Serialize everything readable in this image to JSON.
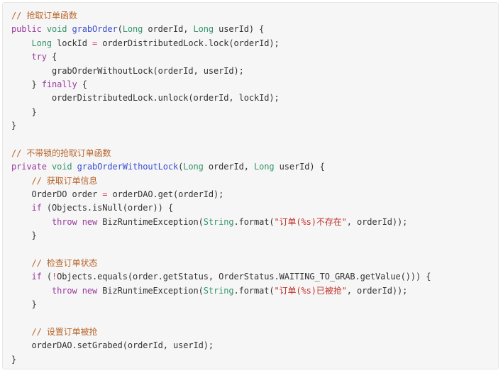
{
  "code_block": {
    "language": "java",
    "colors": {
      "background": "#f6f6f6",
      "comment": "#b8662b",
      "keyword": "#9a3b9c",
      "type": "#34946a",
      "function": "#3b4fd1",
      "string": "#c0322b",
      "operator": "#d9455f",
      "plain": "#333333"
    },
    "lines": [
      [
        [
          "cm",
          "// 抢取订单函数"
        ]
      ],
      [
        [
          "kw",
          "public"
        ],
        [
          "pl",
          " "
        ],
        [
          "ty",
          "void"
        ],
        [
          "pl",
          " "
        ],
        [
          "fn",
          "grabOrder"
        ],
        [
          "pl",
          "("
        ],
        [
          "ty",
          "Long"
        ],
        [
          "pl",
          " orderId, "
        ],
        [
          "ty",
          "Long"
        ],
        [
          "pl",
          " userId) {"
        ]
      ],
      [
        [
          "pl",
          "    "
        ],
        [
          "ty",
          "Long"
        ],
        [
          "pl",
          " lockId "
        ],
        [
          "op",
          "="
        ],
        [
          "pl",
          " orderDistributedLock.lock(orderId);"
        ]
      ],
      [
        [
          "pl",
          "    "
        ],
        [
          "kw",
          "try"
        ],
        [
          "pl",
          " {"
        ]
      ],
      [
        [
          "pl",
          "        grabOrderWithoutLock(orderId, userId);"
        ]
      ],
      [
        [
          "pl",
          "    } "
        ],
        [
          "kw",
          "finally"
        ],
        [
          "pl",
          " {"
        ]
      ],
      [
        [
          "pl",
          "        orderDistributedLock.unlock(orderId, lockId);"
        ]
      ],
      [
        [
          "pl",
          "    }"
        ]
      ],
      [
        [
          "pl",
          "}"
        ]
      ],
      [
        [
          "pl",
          ""
        ]
      ],
      [
        [
          "cm",
          "// 不带锁的抢取订单函数"
        ]
      ],
      [
        [
          "kw",
          "private"
        ],
        [
          "pl",
          " "
        ],
        [
          "ty",
          "void"
        ],
        [
          "pl",
          " "
        ],
        [
          "fn",
          "grabOrderWithoutLock"
        ],
        [
          "pl",
          "("
        ],
        [
          "ty",
          "Long"
        ],
        [
          "pl",
          " orderId, "
        ],
        [
          "ty",
          "Long"
        ],
        [
          "pl",
          " userId) {"
        ]
      ],
      [
        [
          "pl",
          "    "
        ],
        [
          "cm",
          "// 获取订单信息"
        ]
      ],
      [
        [
          "pl",
          "    OrderDO order "
        ],
        [
          "op",
          "="
        ],
        [
          "pl",
          " orderDAO.get(orderId);"
        ]
      ],
      [
        [
          "pl",
          "    "
        ],
        [
          "kw",
          "if"
        ],
        [
          "pl",
          " (Objects.isNull(order)) {"
        ]
      ],
      [
        [
          "pl",
          "        "
        ],
        [
          "kw",
          "throw"
        ],
        [
          "pl",
          " "
        ],
        [
          "kw",
          "new"
        ],
        [
          "pl",
          " BizRuntimeException("
        ],
        [
          "ty",
          "String"
        ],
        [
          "pl",
          ".format("
        ],
        [
          "st",
          "\"订单(%s)不存在\""
        ],
        [
          "pl",
          ", orderId));"
        ]
      ],
      [
        [
          "pl",
          "    }"
        ]
      ],
      [
        [
          "pl",
          ""
        ]
      ],
      [
        [
          "pl",
          "    "
        ],
        [
          "cm",
          "// 检查订单状态"
        ]
      ],
      [
        [
          "pl",
          "    "
        ],
        [
          "kw",
          "if"
        ],
        [
          "pl",
          " ("
        ],
        [
          "op",
          "!"
        ],
        [
          "pl",
          "Objects.equals(order.getStatus, OrderStatus.WAITING_TO_GRAB.getValue())) {"
        ]
      ],
      [
        [
          "pl",
          "        "
        ],
        [
          "kw",
          "throw"
        ],
        [
          "pl",
          " "
        ],
        [
          "kw",
          "new"
        ],
        [
          "pl",
          " BizRuntimeException("
        ],
        [
          "ty",
          "String"
        ],
        [
          "pl",
          ".format("
        ],
        [
          "st",
          "\"订单(%s)已被抢\""
        ],
        [
          "pl",
          ", orderId));"
        ]
      ],
      [
        [
          "pl",
          "    }"
        ]
      ],
      [
        [
          "pl",
          ""
        ]
      ],
      [
        [
          "pl",
          "    "
        ],
        [
          "cm",
          "// 设置订单被抢"
        ]
      ],
      [
        [
          "pl",
          "    orderDAO.setGrabed(orderId, userId);"
        ]
      ],
      [
        [
          "pl",
          "}"
        ]
      ]
    ]
  }
}
